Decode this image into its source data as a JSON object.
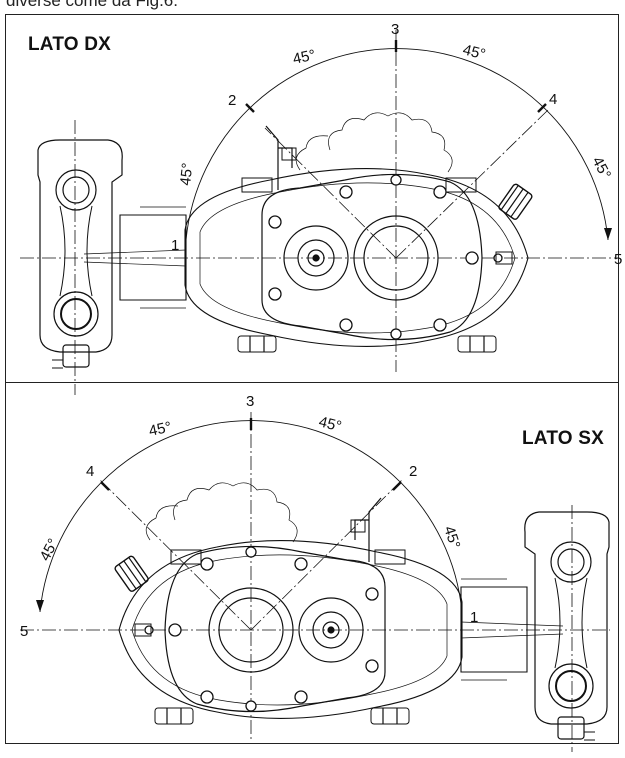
{
  "caption_fragment": "diverse come da Fig.6.",
  "panels": [
    {
      "label": "LATO DX",
      "positions": [
        "1",
        "2",
        "3",
        "4",
        "5"
      ],
      "angles": [
        "45°",
        "45°",
        "45°",
        "45°"
      ]
    },
    {
      "label": "LATO SX",
      "positions": [
        "1",
        "2",
        "3",
        "4",
        "5"
      ],
      "angles": [
        "45°",
        "45°",
        "45°",
        "45°"
      ]
    }
  ]
}
